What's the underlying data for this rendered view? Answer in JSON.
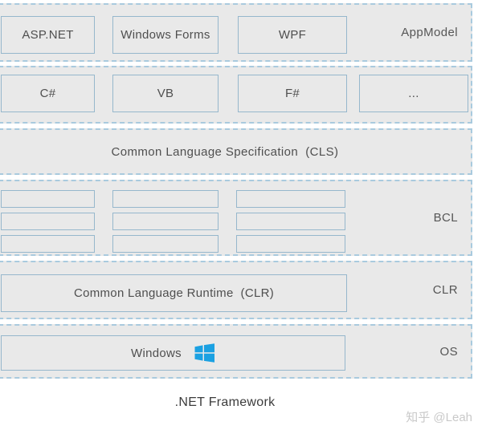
{
  "rows": {
    "appmodel": {
      "boxes": [
        "ASP.NET",
        "Windows Forms",
        "WPF"
      ],
      "side_label": "AppModel"
    },
    "languages": {
      "boxes": [
        "C#",
        "VB",
        "F#",
        "..."
      ]
    },
    "cls": {
      "text": "Common Language Specification  (CLS)"
    },
    "bcl": {
      "side_label": "BCL",
      "empty_box_count": 9
    },
    "clr": {
      "box_label": "Common Language Runtime  (CLR)",
      "side_label": "CLR"
    },
    "os": {
      "box_label": "Windows",
      "side_label": "OS"
    }
  },
  "caption": ".NET Framework",
  "watermark": "知乎 @Leah",
  "icons": {
    "windows_logo": "windows-logo-icon"
  },
  "colors": {
    "dashed_border": "#a9cade",
    "box_border": "#96b7cc",
    "row_fill": "#e9e9e9",
    "windows_blue": "#1ba1e2",
    "box_text": "#4f4f4f",
    "caption_text": "#3c3c3c",
    "watermark_text": "#c9c9c9"
  }
}
